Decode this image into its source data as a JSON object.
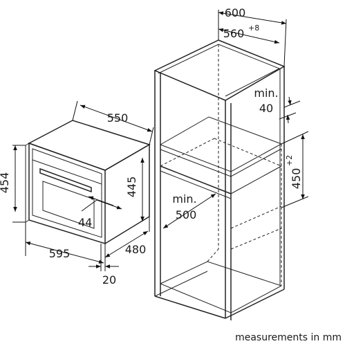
{
  "oven": {
    "width": "550",
    "height": "454",
    "inner_height": "445",
    "front_width": "595",
    "depth": "480",
    "offset_44": "44",
    "panel": "20"
  },
  "cabinet": {
    "width": "600",
    "inner_width_base": "560",
    "inner_width_sup": "+8",
    "gap_label": "min.",
    "gap_value": "40",
    "niche_base": "450",
    "niche_sup": "+2",
    "depth_label": "min.",
    "depth_value": "500"
  },
  "footer": {
    "note": "measurements in mm"
  }
}
